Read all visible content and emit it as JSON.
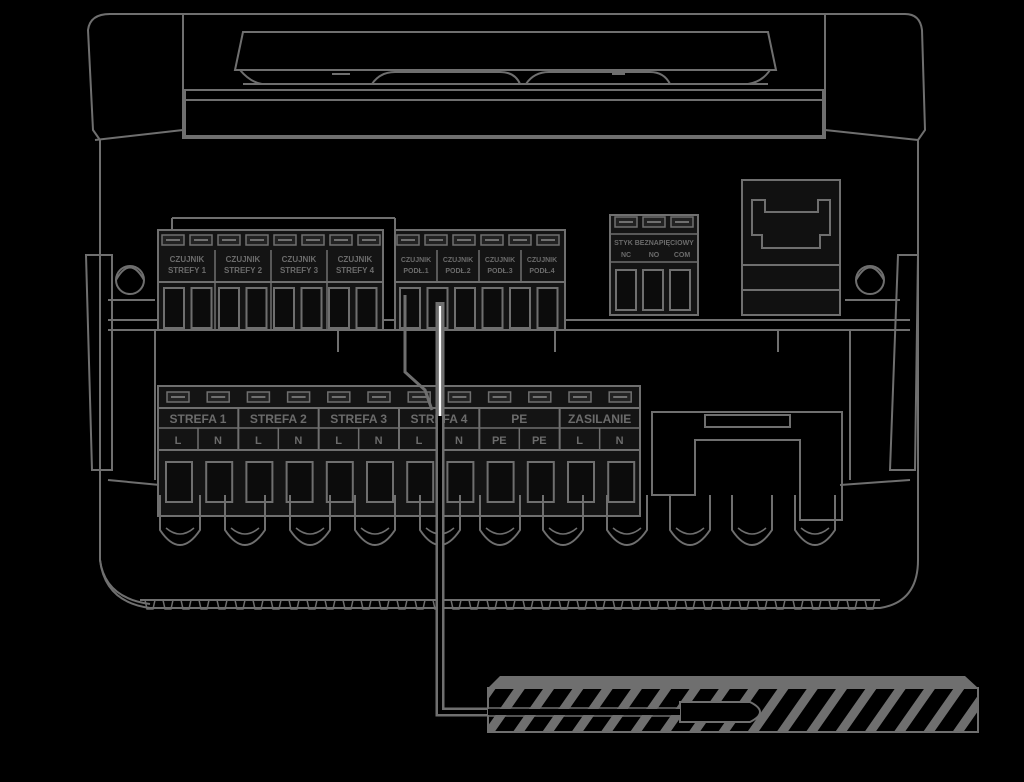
{
  "colors": {
    "background": "#000000",
    "outline": "#6f6f6f",
    "panel": "#1a1a1a",
    "label": "#6b6b6b",
    "wire": "#ffffff"
  },
  "sensor_block_a": {
    "terminals": [
      {
        "line1": "CZUJNIK",
        "line2": "STREFY 1"
      },
      {
        "line1": "CZUJNIK",
        "line2": "STREFY 2"
      },
      {
        "line1": "CZUJNIK",
        "line2": "STREFY 3"
      },
      {
        "line1": "CZUJNIK",
        "line2": "STREFY 4"
      }
    ]
  },
  "sensor_block_b": {
    "terminals": [
      {
        "line1": "CZUJNIK",
        "line2": "PODŁ.1"
      },
      {
        "line1": "CZUJNIK",
        "line2": "PODŁ.2"
      },
      {
        "line1": "CZUJNIK",
        "line2": "PODŁ.3"
      },
      {
        "line1": "CZUJNIK",
        "line2": "PODŁ.4"
      }
    ]
  },
  "relay_block": {
    "title": "STYK BEZNAPIĘCIOWY",
    "pins": [
      "NC",
      "NO",
      "COM"
    ]
  },
  "power_block": {
    "groups": [
      {
        "name": "STREFA 1",
        "pins": [
          "L",
          "N"
        ]
      },
      {
        "name": "STREFA 2",
        "pins": [
          "L",
          "N"
        ]
      },
      {
        "name": "STREFA 3",
        "pins": [
          "L",
          "N"
        ]
      },
      {
        "name": "STREFA 4",
        "pins": [
          "L",
          "N"
        ]
      },
      {
        "name": "PE",
        "pins": [
          "PE",
          "PE"
        ]
      },
      {
        "name": "ZASILANIE",
        "pins": [
          "L",
          "N"
        ]
      }
    ]
  }
}
